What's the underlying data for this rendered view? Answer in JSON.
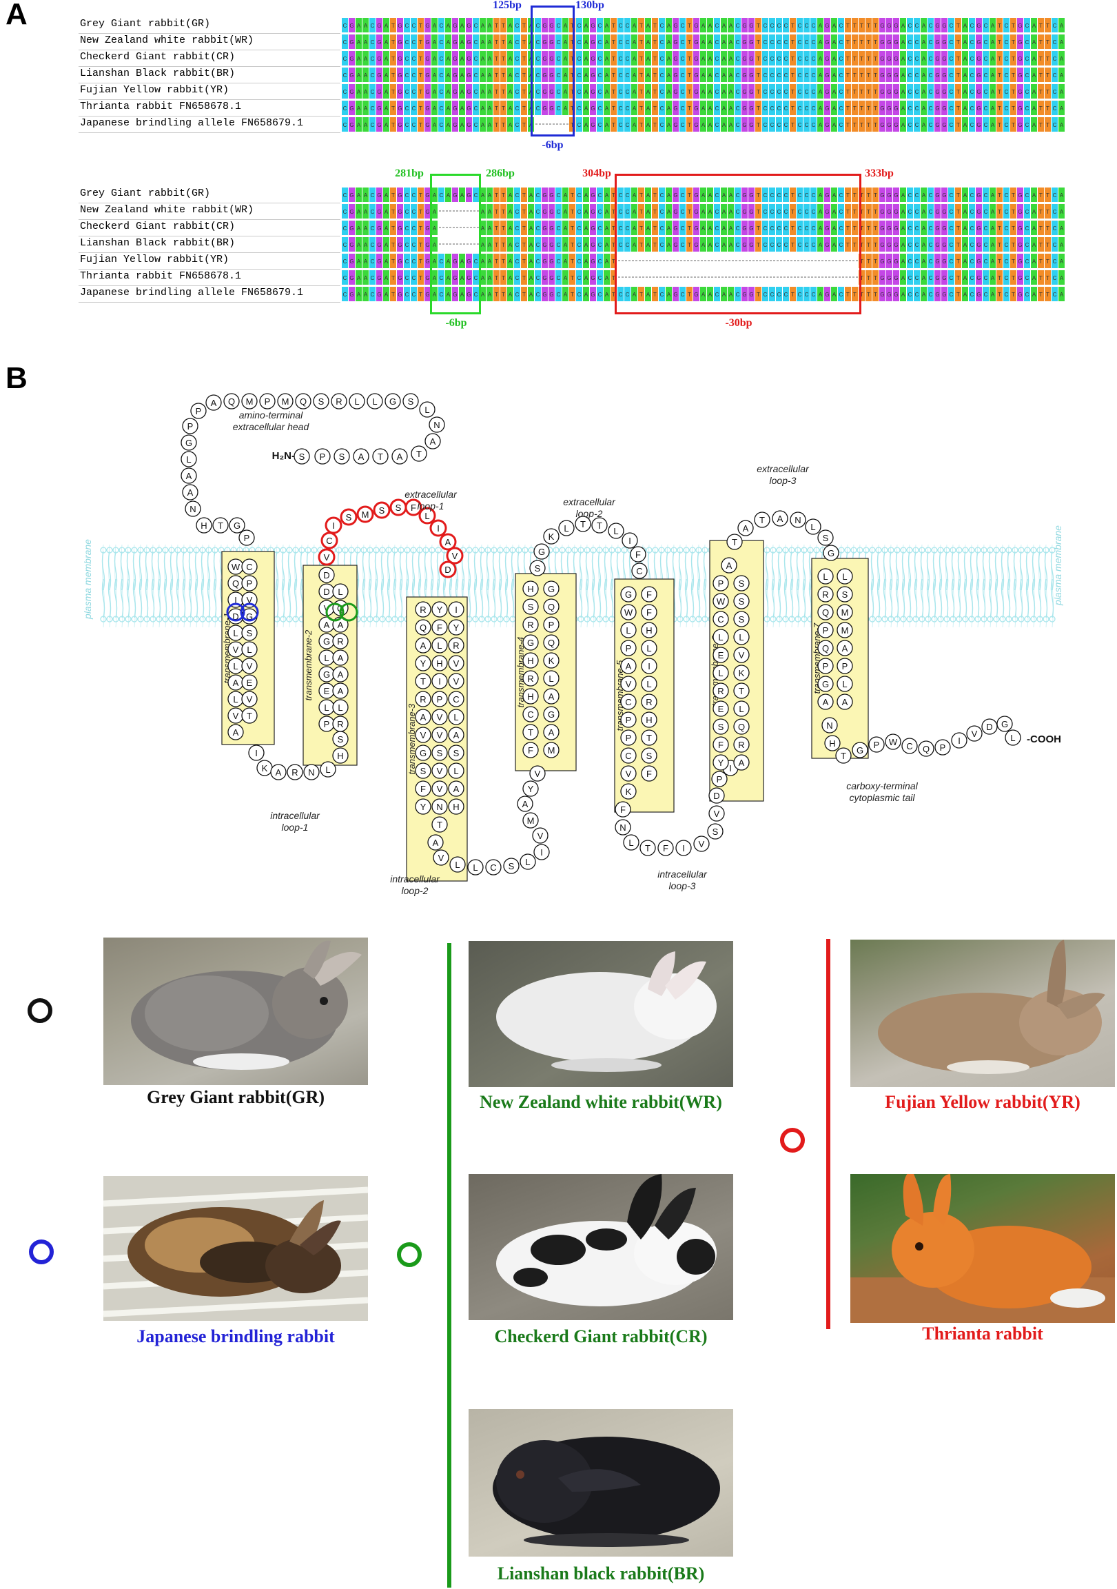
{
  "panel_a": {
    "letter": "A",
    "block1": {
      "names": [
        "Grey Giant rabbit(GR)",
        "New Zealand white rabbit(WR)",
        "Checkerd Giant rabbit(CR)",
        "Lianshan Black rabbit(BR)",
        "Fujian Yellow rabbit(YR)",
        "Thrianta rabbit FN658678.1",
        "Japanese brindling allele FN658679.1"
      ],
      "del_start": "125bp",
      "del_end": "130bp",
      "del_size": "-6bp"
    },
    "block2": {
      "names": [
        "Grey Giant rabbit(GR)",
        "New Zealand white rabbit(WR)",
        "Checkerd Giant rabbit(CR)",
        "Lianshan Black rabbit(BR)",
        "Fujian Yellow rabbit(YR)",
        "Thrianta rabbit FN658678.1",
        "Japanese brindling allele FN658679.1"
      ],
      "del1_start": "281bp",
      "del1_end": "286bp",
      "del1_size": "-6bp",
      "del2_start": "304bp",
      "del2_end": "333bp",
      "del2_size": "-30bp"
    },
    "base_colors": {
      "A": "#3bd93b",
      "C": "#2fd0f0",
      "G": "#c447e6",
      "T": "#f28c28"
    }
  },
  "panel_b": {
    "letter": "B",
    "membrane_label": "plasma membrane",
    "nterm": "H₂N-",
    "cterm": "-COOH",
    "regions": {
      "head": [
        "amino-terminal",
        "extracellular head"
      ],
      "el1": [
        "extracellular",
        "loop-1"
      ],
      "el2": [
        "extracellular",
        "loop-2"
      ],
      "el3": [
        "extracellular",
        "loop-3"
      ],
      "il1": [
        "intracellular",
        "loop-1"
      ],
      "il2": [
        "intracellular",
        "loop-2"
      ],
      "il3": [
        "intracellular",
        "loop-3"
      ],
      "tail": [
        "carboxy-terminal",
        "cytoplasmic tail"
      ]
    },
    "tm_labels": [
      "transmembrane-1",
      "transmembrane-2",
      "transmembrane-3",
      "transmembrane-4",
      "transmembrane-5",
      "transmembrane-6",
      "transmembrane-7"
    ],
    "colors": {
      "membrane": "#a9e6ec",
      "helix": "#fbf6b4",
      "highlight_blue": "#1f2bd6",
      "highlight_green": "#1a9a1a",
      "highlight_red": "#e21b1b"
    }
  },
  "panel_c": {
    "photos": [
      {
        "caption": "Grey Giant rabbit(GR)",
        "color": "#111111"
      },
      {
        "caption": "Japanese brindling rabbit",
        "color": "#2323d6"
      },
      {
        "caption": "New Zealand white rabbit(WR)",
        "color": "#1a7a1a"
      },
      {
        "caption": "Checkerd Giant rabbit(CR)",
        "color": "#1a7a1a"
      },
      {
        "caption": "Lianshan black rabbit(BR)",
        "color": "#1a7a1a"
      },
      {
        "caption": "Fujian Yellow rabbit(YR)",
        "color": "#e21b1b"
      },
      {
        "caption": "Thrianta rabbit",
        "color": "#e21b1b"
      }
    ],
    "group_colors": {
      "black": "#111111",
      "blue": "#2323d6",
      "green": "#1a9a1a",
      "red": "#e21b1b"
    }
  }
}
